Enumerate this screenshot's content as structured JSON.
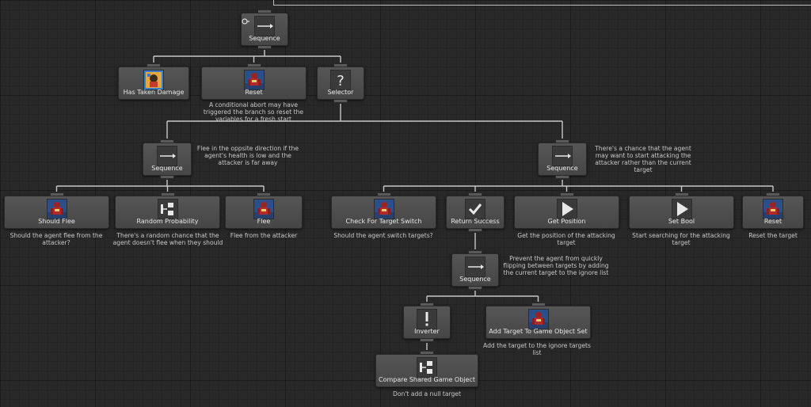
{
  "nodes": [
    {
      "id": "sequence-root",
      "title": "Sequence",
      "icon": "sequence-arrow-icon",
      "comment": ""
    },
    {
      "id": "has-taken-damage",
      "title": "Has Taken Damage",
      "icon": "damage-task-icon",
      "comment": ""
    },
    {
      "id": "reset-1",
      "title": "Reset",
      "icon": "robot-task-icon",
      "comment": "A conditional abort may have triggered the branch so reset the variables for a fresh start"
    },
    {
      "id": "selector",
      "title": "Selector",
      "icon": "question-mark-icon",
      "comment": ""
    },
    {
      "id": "sequence-flee",
      "title": "Sequence",
      "icon": "sequence-arrow-icon",
      "comment": "Flee in the oppsite direction if the agent's health is low and the attacker is far away"
    },
    {
      "id": "sequence-switch",
      "title": "Sequence",
      "icon": "sequence-arrow-icon",
      "comment": "There's a chance that the agent may want to start attacking the attacker rather than the current target"
    },
    {
      "id": "should-flee",
      "title": "Should Flee",
      "icon": "robot-task-icon",
      "comment": "Should the agent flee from the attacker?"
    },
    {
      "id": "random-probability",
      "title": "Random Probability",
      "icon": "branch-icon",
      "comment": "There's a random chance that the agent doesn't flee when they should"
    },
    {
      "id": "flee",
      "title": "Flee",
      "icon": "robot-task-icon",
      "comment": "Flee from the attacker"
    },
    {
      "id": "check-target-switch",
      "title": "Check For Target Switch",
      "icon": "robot-task-icon",
      "comment": "Should the agent switch targets?"
    },
    {
      "id": "return-success",
      "title": "Return Success",
      "icon": "checkmark-icon",
      "comment": ""
    },
    {
      "id": "get-position",
      "title": "Get Position",
      "icon": "play-icon",
      "comment": "Get the position of the attacking target"
    },
    {
      "id": "set-bool",
      "title": "Set Bool",
      "icon": "play-icon",
      "comment": "Start searching for the attacking target"
    },
    {
      "id": "reset-2",
      "title": "Reset",
      "icon": "robot-task-icon",
      "comment": "Reset the target"
    },
    {
      "id": "sequence-ignore",
      "title": "Sequence",
      "icon": "sequence-arrow-icon",
      "comment": "Prevent the agent from quickly flipping between targets by adding the current target to the ignore list"
    },
    {
      "id": "inverter",
      "title": "Inverter",
      "icon": "exclamation-icon",
      "comment": ""
    },
    {
      "id": "add-target-set",
      "title": "Add Target To Game Object Set",
      "icon": "robot-task-icon",
      "comment": "Add the target to the ignore targets list"
    },
    {
      "id": "compare-shared",
      "title": "Compare Shared Game Object",
      "icon": "branch-icon",
      "comment": "Don't add a null target"
    }
  ],
  "edges": [
    [
      "sequence-root",
      "has-taken-damage"
    ],
    [
      "sequence-root",
      "reset-1"
    ],
    [
      "sequence-root",
      "selector"
    ],
    [
      "selector",
      "sequence-flee"
    ],
    [
      "selector",
      "sequence-switch"
    ],
    [
      "sequence-flee",
      "should-flee"
    ],
    [
      "sequence-flee",
      "random-probability"
    ],
    [
      "sequence-flee",
      "flee"
    ],
    [
      "sequence-switch",
      "check-target-switch"
    ],
    [
      "sequence-switch",
      "return-success"
    ],
    [
      "sequence-switch",
      "get-position"
    ],
    [
      "sequence-switch",
      "set-bool"
    ],
    [
      "sequence-switch",
      "reset-2"
    ],
    [
      "return-success",
      "sequence-ignore"
    ],
    [
      "sequence-ignore",
      "inverter"
    ],
    [
      "sequence-ignore",
      "add-target-set"
    ],
    [
      "inverter",
      "compare-shared"
    ]
  ],
  "colors": {
    "canvas": "#282828",
    "node": "#4e4e4e",
    "link": "#c8c8c8",
    "comment_text": "#c8c8c8",
    "title_text": "#e6e6e6"
  },
  "root_indicator_icon": "conditional-abort-icon"
}
